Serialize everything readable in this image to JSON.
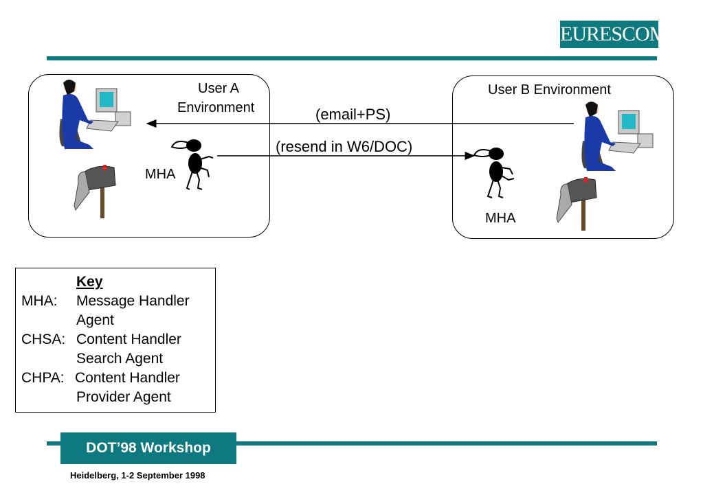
{
  "header": {
    "logo_text": "EURESCOM"
  },
  "diagram": {
    "user_a_label_line1": "User A",
    "user_a_label_line2": "Environment",
    "user_b_label": "User B Environment",
    "arrow_top_label": "(email+PS)",
    "arrow_bottom_label": "(resend in W6/DOC)",
    "mha_a_label": "MHA",
    "mha_b_label": "MHA"
  },
  "key": {
    "title": "Key",
    "rows": [
      {
        "abbr": "MHA:",
        "line1": "Message Handler",
        "line2": "Agent"
      },
      {
        "abbr": "CHSA:",
        "line1": "Content Handler",
        "line2": "Search Agent"
      },
      {
        "abbr": "CHPA:",
        "line1": "Content Handler",
        "line2": "Provider Agent"
      }
    ]
  },
  "footer": {
    "title": "DOT’98 Workshop",
    "subtitle": "Heidelberg, 1-2 September 1998"
  },
  "colors": {
    "brand": "#0e7a80",
    "user_suit": "#1a3aa8",
    "screen": "#22b8c8"
  }
}
